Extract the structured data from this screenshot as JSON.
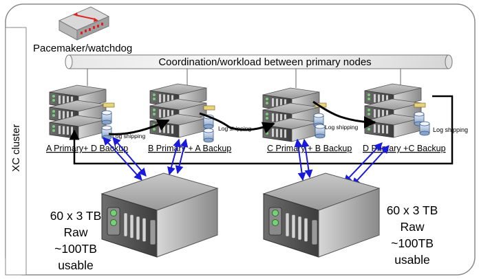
{
  "cluster": {
    "label": "XC cluster"
  },
  "pacemaker": {
    "label": "Pacemaker/watchdog",
    "icon": "network-switch-icon"
  },
  "coordination": {
    "label": "Coordination/workload between primary nodes"
  },
  "nodes": [
    {
      "label": "A Primary+  D Backup",
      "log_label": "Log shipping"
    },
    {
      "label": "B Primary + A Backup",
      "log_label": "Log shipping"
    },
    {
      "label": "C Primary + B Backup",
      "log_label": "Log shipping"
    },
    {
      "label": "D Primary +C Backup",
      "log_label": "Log shipping"
    }
  ],
  "storage": [
    {
      "line1": "60 x 3 TB",
      "line2": "Raw",
      "line3": "~100TB",
      "line4": "usable"
    },
    {
      "line1": "60 x 3 TB",
      "line2": "Raw",
      "line3": "~100TB",
      "line4": "usable"
    }
  ],
  "colors": {
    "link_arrow": "#1a1adc",
    "frame": "#888888",
    "cylinder": "#f2f2f2",
    "server_front": "#5a5a5a",
    "led": "#7ad07a",
    "pacemaker_red": "#e02020"
  }
}
